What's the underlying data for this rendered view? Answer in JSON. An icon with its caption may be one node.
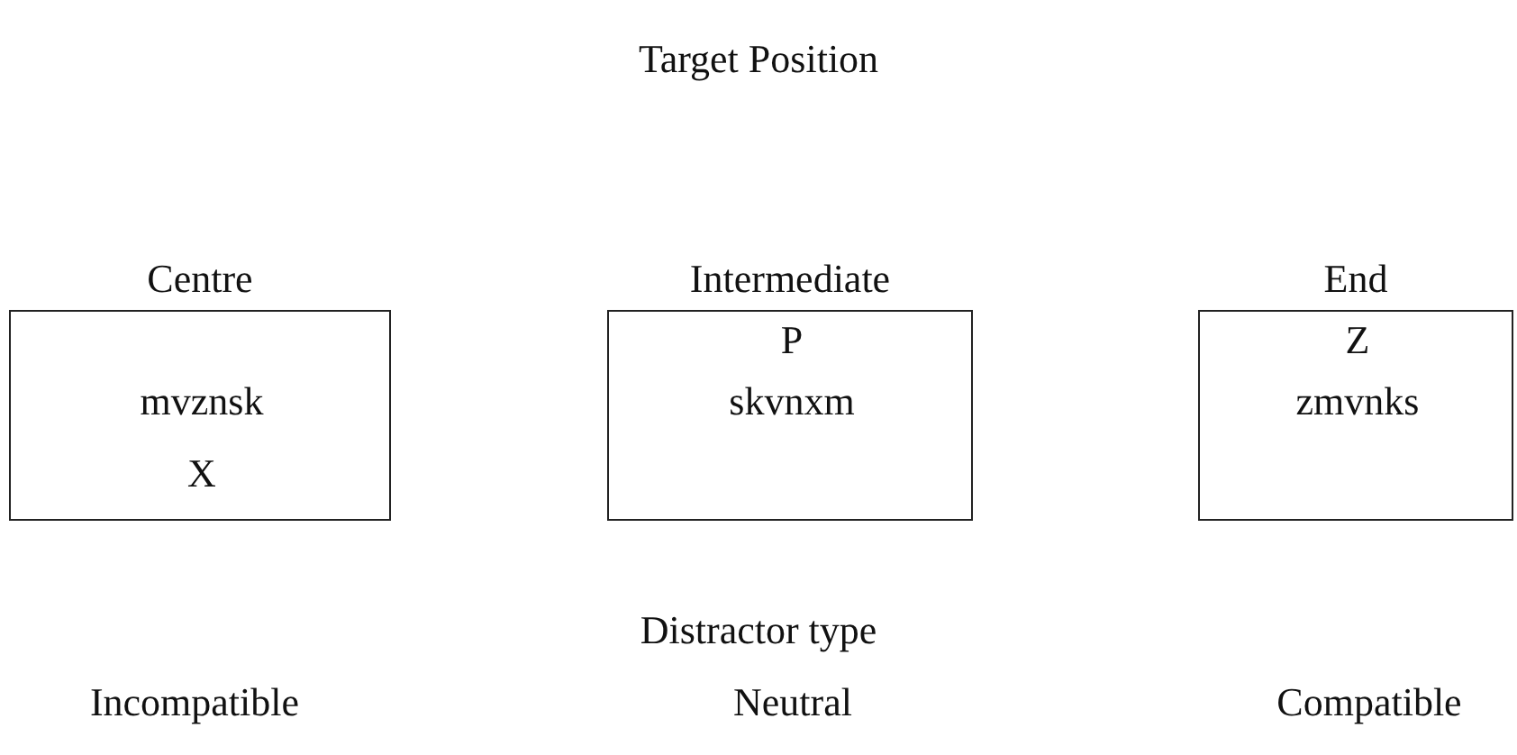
{
  "diagram": {
    "title": "Target Position",
    "nodes": [
      {
        "text": [
          "Centre",
          "mvznsk",
          "X"
        ]
      },
      {
        "text": [
          "Intermediate",
          "P",
          "skvnxm"
        ]
      },
      {
        "text": [
          "End",
          "Z",
          "zmvnks"
        ]
      }
    ],
    "labels": [
      "Distractor type",
      "Incompatible",
      "Neutral",
      "Compatible"
    ]
  }
}
